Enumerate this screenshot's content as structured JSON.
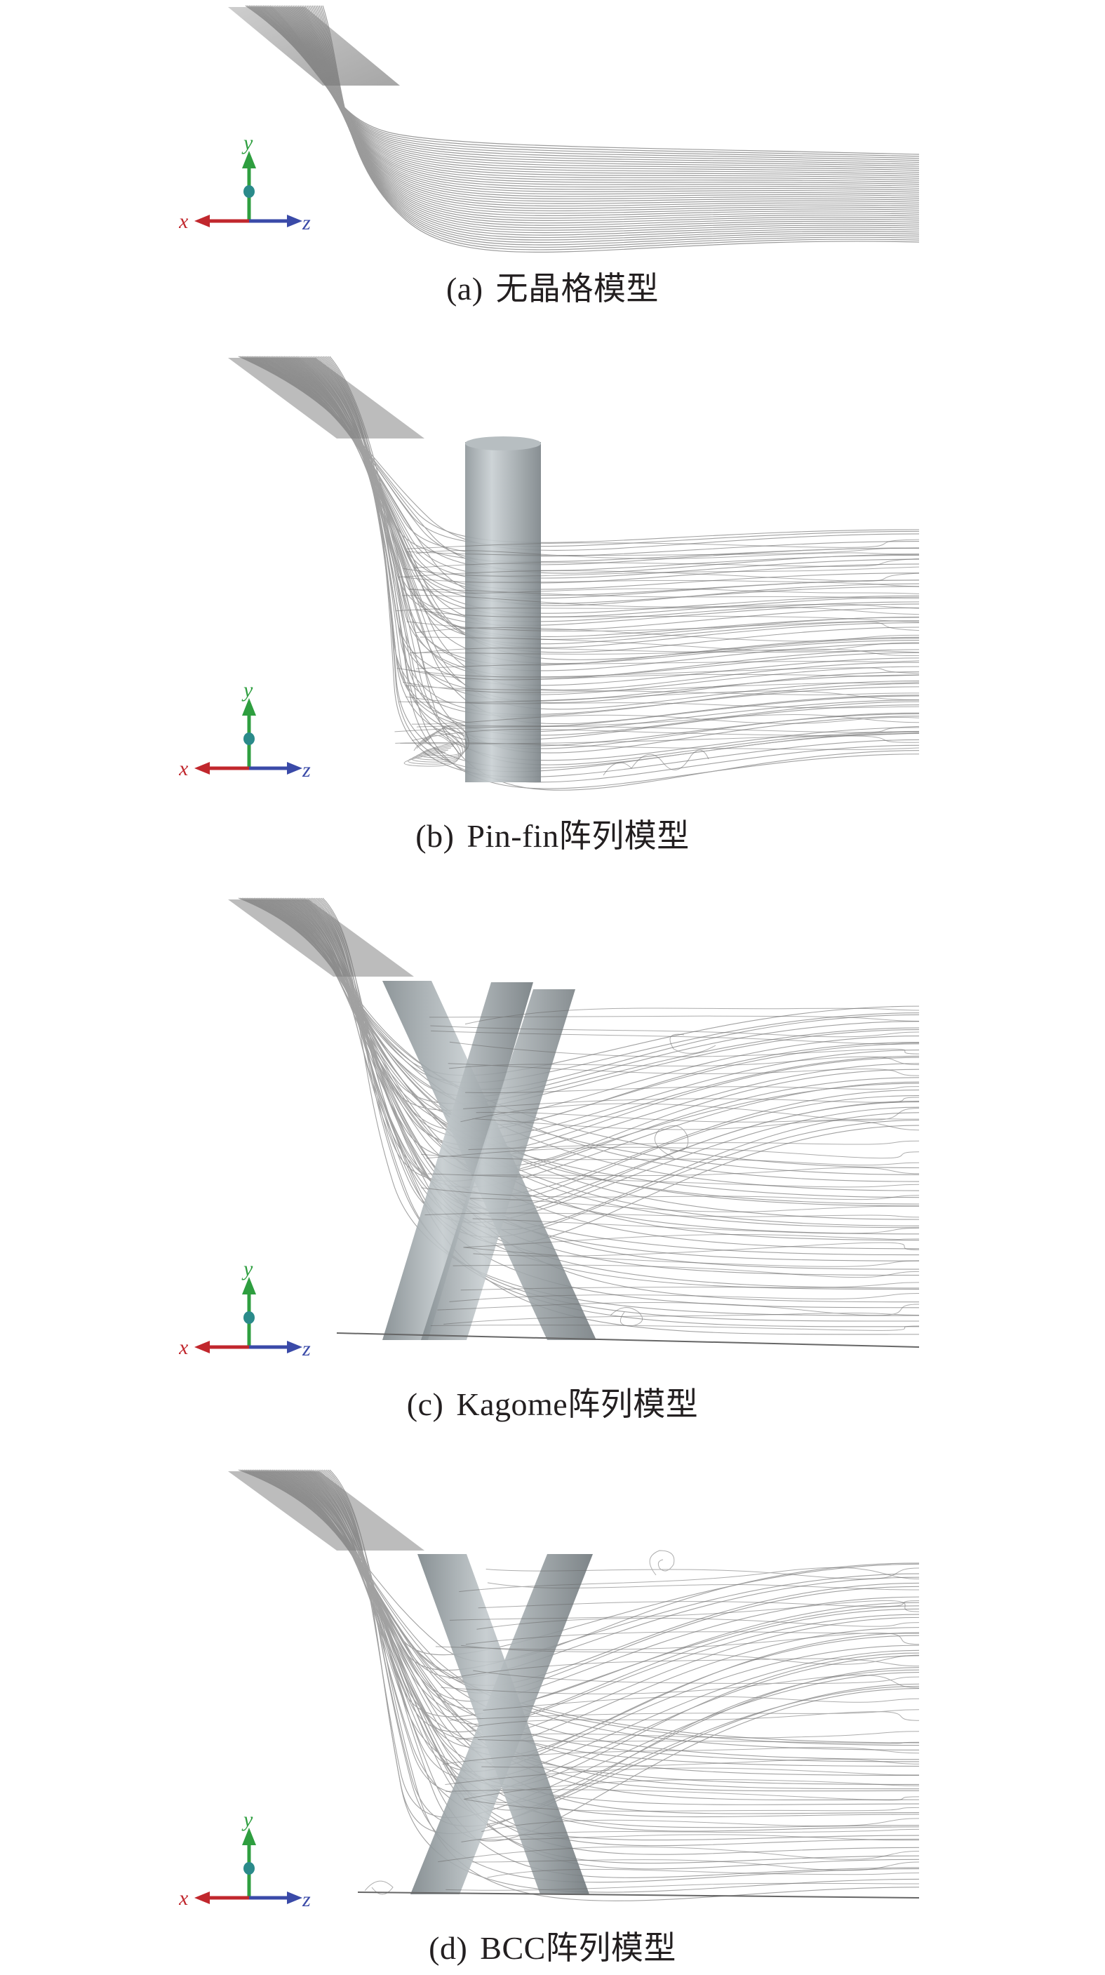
{
  "figure": {
    "panels": [
      {
        "id": "a",
        "tag": "(a)",
        "caption": "无晶格模型"
      },
      {
        "id": "b",
        "tag": "(b)",
        "caption": "Pin-fin阵列模型"
      },
      {
        "id": "c",
        "tag": "(c)",
        "caption": "Kagome阵列模型"
      },
      {
        "id": "d",
        "tag": "(d)",
        "caption": "BCC阵列模型"
      }
    ],
    "axes_labels": {
      "x": "x",
      "y": "y",
      "z": "z"
    },
    "colors": {
      "x_axis": "#c1272d",
      "y_axis": "#2e9e3f",
      "z_axis": "#3a4aa8",
      "origin": "#2a8a8a",
      "streamline": "#6f6f6f",
      "strut": "#9aa3a8",
      "inlet_plate": "#a9a9a9"
    }
  }
}
